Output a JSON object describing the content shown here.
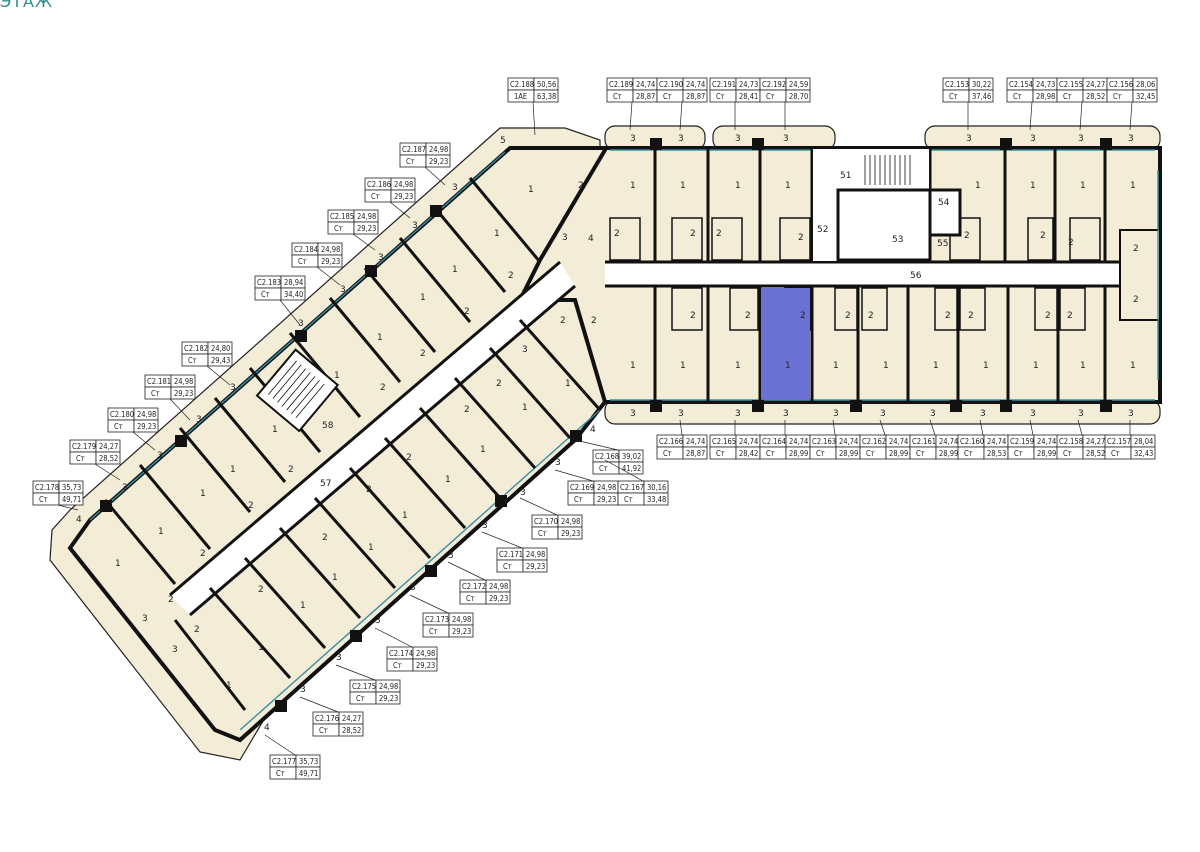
{
  "header": {
    "text": "ЭТАЖ"
  },
  "colors": {
    "floor": "#f3ecd7",
    "wall": "#111111",
    "glass": "#3a8fa2",
    "highlight": "#6b72d3",
    "heading": "#2f8e8a"
  },
  "labels": [
    {
      "id": "С2.188",
      "area": "50,56",
      "type": "1АЕ",
      "total": "63,38"
    },
    {
      "id": "С2.189",
      "area": "24,74",
      "type": "Ст",
      "total": "28,87"
    },
    {
      "id": "С2.190",
      "area": "24,74",
      "type": "Ст",
      "total": "28,87"
    },
    {
      "id": "С2.191",
      "area": "24,73",
      "type": "Ст",
      "total": "28,41"
    },
    {
      "id": "С2.192",
      "area": "24,59",
      "type": "Ст",
      "total": "28,70"
    },
    {
      "id": "С2.153",
      "area": "30,22",
      "type": "Ст",
      "total": "37,46"
    },
    {
      "id": "С2.154",
      "area": "24,73",
      "type": "Ст",
      "total": "28,98"
    },
    {
      "id": "С2.155",
      "area": "24,27",
      "type": "Ст",
      "total": "28,52"
    },
    {
      "id": "С2.156",
      "area": "28,06",
      "type": "Ст",
      "total": "32,45"
    },
    {
      "id": "С2.187",
      "area": "24,98",
      "type": "Ст",
      "total": "29,23"
    },
    {
      "id": "С2.186",
      "area": "24,98",
      "type": "Ст",
      "total": "29,23"
    },
    {
      "id": "С2.185",
      "area": "24,98",
      "type": "Ст",
      "total": "29,23"
    },
    {
      "id": "С2.184",
      "area": "24,98",
      "type": "Ст",
      "total": "29,23"
    },
    {
      "id": "С2.183",
      "area": "28,94",
      "type": "Ст",
      "total": "34,40"
    },
    {
      "id": "С2.182",
      "area": "24,80",
      "type": "Ст",
      "total": "29,43"
    },
    {
      "id": "С2.181",
      "area": "24,98",
      "type": "Ст",
      "total": "29,23"
    },
    {
      "id": "С2.180",
      "area": "24,98",
      "type": "Ст",
      "total": "29,23"
    },
    {
      "id": "С2.179",
      "area": "24,27",
      "type": "Ст",
      "total": "28,52"
    },
    {
      "id": "С2.178",
      "area": "35,73",
      "type": "Ст",
      "total": "49,71"
    },
    {
      "id": "С2.166",
      "area": "24,74",
      "type": "Ст",
      "total": "28,87"
    },
    {
      "id": "С2.165",
      "area": "24,74",
      "type": "Ст",
      "total": "28,42"
    },
    {
      "id": "С2.164",
      "area": "24,74",
      "type": "Ст",
      "total": "28,99"
    },
    {
      "id": "С2.163",
      "area": "24,74",
      "type": "Ст",
      "total": "28,99"
    },
    {
      "id": "С2.162",
      "area": "24,74",
      "type": "Ст",
      "total": "28,99"
    },
    {
      "id": "С2.161",
      "area": "24,74",
      "type": "Ст",
      "total": "28,99"
    },
    {
      "id": "С2.160",
      "area": "24,74",
      "type": "Ст",
      "total": "28,53"
    },
    {
      "id": "С2.159",
      "area": "24,74",
      "type": "Ст",
      "total": "28,99"
    },
    {
      "id": "С2.158",
      "area": "24,27",
      "type": "Ст",
      "total": "28,52"
    },
    {
      "id": "С2.157",
      "area": "28,04",
      "type": "Ст",
      "total": "32,43"
    },
    {
      "id": "С2.168",
      "area": "39,02",
      "type": "Ст",
      "total": "41,92"
    },
    {
      "id": "С2.169",
      "area": "24,98",
      "type": "Ст",
      "total": "29,23"
    },
    {
      "id": "С2.167",
      "area": "30,16",
      "type": "Ст",
      "total": "33,48"
    },
    {
      "id": "С2.170",
      "area": "24,98",
      "type": "Ст",
      "total": "29,23"
    },
    {
      "id": "С2.171",
      "area": "24,98",
      "type": "Ст",
      "total": "29,23"
    },
    {
      "id": "С2.172",
      "area": "24,98",
      "type": "Ст",
      "total": "29,23"
    },
    {
      "id": "С2.173",
      "area": "24,98",
      "type": "Ст",
      "total": "29,23"
    },
    {
      "id": "С2.174",
      "area": "24,98",
      "type": "Ст",
      "total": "29,23"
    },
    {
      "id": "С2.175",
      "area": "24,98",
      "type": "Ст",
      "total": "29,23"
    },
    {
      "id": "С2.176",
      "area": "24,27",
      "type": "Ст",
      "total": "28,52"
    },
    {
      "id": "С2.177",
      "area": "35,73",
      "type": "Ст",
      "total": "49,71"
    }
  ],
  "room_numbers": {
    "n1": "1",
    "n2": "2",
    "n3": "3",
    "n4": "4",
    "n5": "5",
    "n51": "51",
    "n52": "52",
    "n53": "53",
    "n54": "54",
    "n55": "55",
    "n56": "56",
    "n57": "57",
    "n58": "58"
  }
}
